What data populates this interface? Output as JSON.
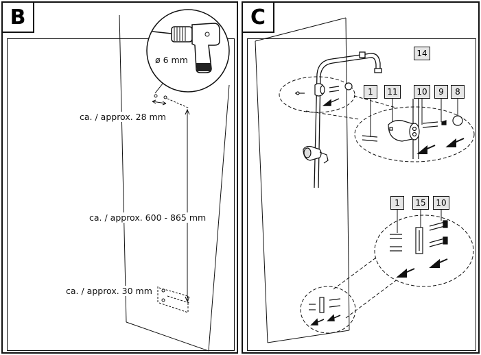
{
  "panel_b": {
    "letter": "B",
    "drill_size": "ø 6 mm",
    "dim_top": "ca. / approx. 28 mm",
    "dim_middle": "ca. / approx. 600 - 865 mm",
    "dim_bottom": "ca. / approx. 30 mm"
  },
  "panel_c": {
    "letter": "C",
    "part_14": "14",
    "top_detail_parts": [
      "1",
      "11",
      "10",
      "9",
      "8"
    ],
    "bottom_detail_parts": [
      "1",
      "15",
      "10"
    ]
  }
}
